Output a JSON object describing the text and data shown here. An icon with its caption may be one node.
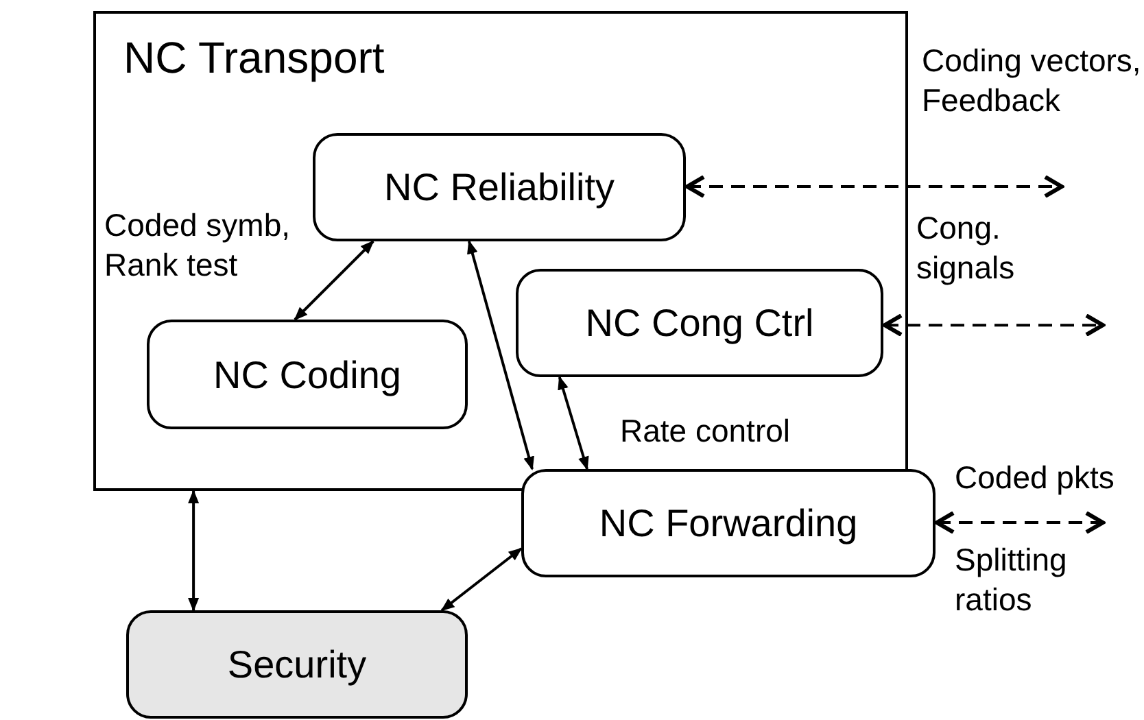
{
  "diagram": {
    "nodes": [
      {
        "text": [
          "NC Transport"
        ]
      },
      {
        "text": [
          "NC Reliability"
        ],
        "in": 0
      },
      {
        "text": [
          "NC Coding"
        ],
        "in": 0
      },
      {
        "text": [
          "NC Cong Ctrl"
        ],
        "in": 0
      },
      {
        "text": [
          "NC Forwarding"
        ]
      },
      {
        "text": [
          "Security"
        ]
      }
    ],
    "edges": [
      {
        "from": 2,
        "to": 1,
        "arrow": "both"
      },
      {
        "from": 1,
        "to": 4,
        "arrow": "both"
      },
      {
        "from": 3,
        "to": 4,
        "arrow": "both"
      },
      {
        "from": 0,
        "to": 5,
        "arrow": "both"
      },
      {
        "from": 5,
        "to": 4,
        "arrow": "both"
      },
      {
        "from": 1,
        "to": null,
        "arrow": "both",
        "style": "dashed"
      },
      {
        "from": 3,
        "to": null,
        "arrow": "both",
        "style": "dashed"
      },
      {
        "from": 4,
        "to": null,
        "arrow": "both",
        "style": "dashed"
      }
    ],
    "labels": [
      "Coding vectors, Feedback",
      "Coded symb, Rank test",
      "Cong. signals",
      "Rate control",
      "Coded pkts",
      "Splitting ratios"
    ]
  }
}
